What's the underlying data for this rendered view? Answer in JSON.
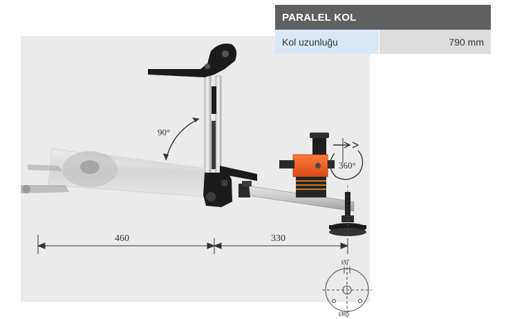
{
  "spec_table": {
    "header": "PARALEL KOL",
    "rows": [
      {
        "label": "Kol uzunluğu",
        "value": "790 mm"
      }
    ]
  },
  "drawing": {
    "angle_label": "90°",
    "rotation_label": "360°",
    "dimension_left": "460",
    "dimension_right": "330",
    "hole_diameter": "Ø7",
    "base_diameter": "Ø85"
  }
}
